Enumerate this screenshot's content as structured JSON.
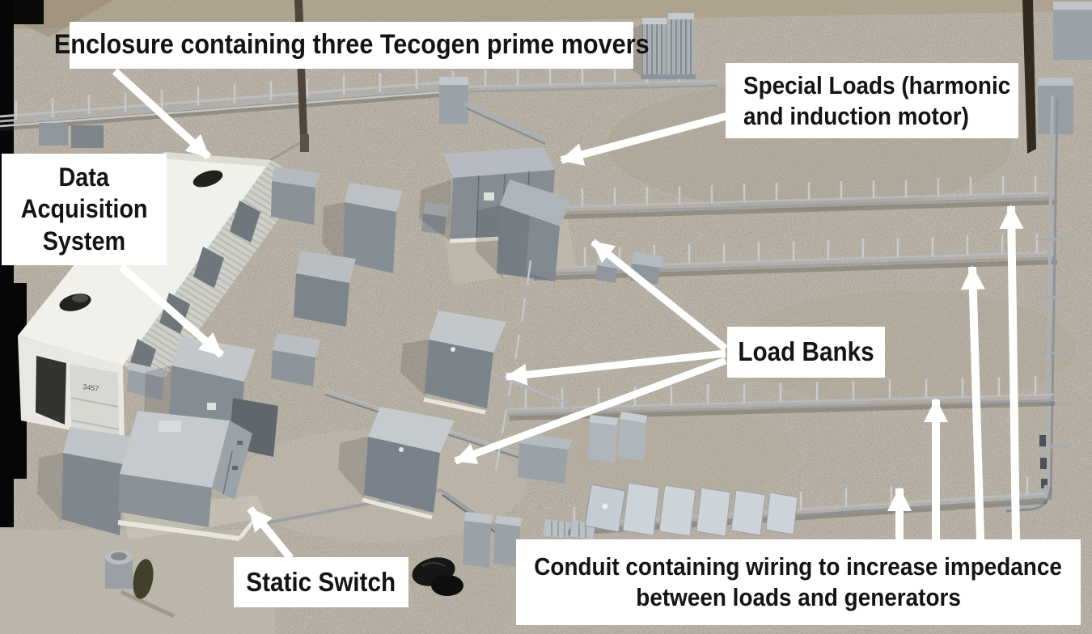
{
  "annotations": {
    "enclosure": "Enclosure containing three Tecogen prime movers",
    "special_loads_line1": "Special Loads (harmonic",
    "special_loads_line2": "and induction motor)",
    "daq_line1": "Data",
    "daq_line2": "Acquisition",
    "daq_line3": "System",
    "load_banks": "Load Banks",
    "static_switch": "Static Switch",
    "conduit_line1": "Conduit containing wiring to increase impedance",
    "conduit_line2": "between loads and generators"
  },
  "photo": {
    "container_number": "3457"
  },
  "colors": {
    "label_bg": "#ffffff",
    "label_text": "#141414",
    "arrow": "#ffffff",
    "gravel": "#aba395",
    "cabinet_gray": "#8a9298",
    "enclosure_white": "#f1f0ea"
  }
}
